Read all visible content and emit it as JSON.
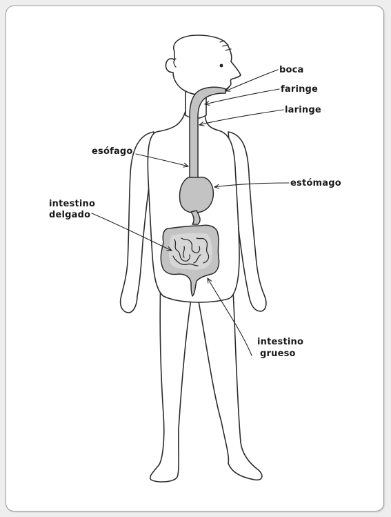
{
  "labels": {
    "boca": "boca",
    "faringe": "faringe",
    "laringe": "laringe",
    "esofago": "esófago",
    "estomago": "estómago",
    "intestino_delgado_1": "intestino",
    "intestino_delgado_2": "delgado",
    "intestino_grueso_1": "intestino",
    "intestino_grueso_2": "grueso"
  },
  "colors": {
    "background": "#ffffff",
    "organ_fill": "#c3c3c3",
    "outline": "#2a2a2a"
  }
}
